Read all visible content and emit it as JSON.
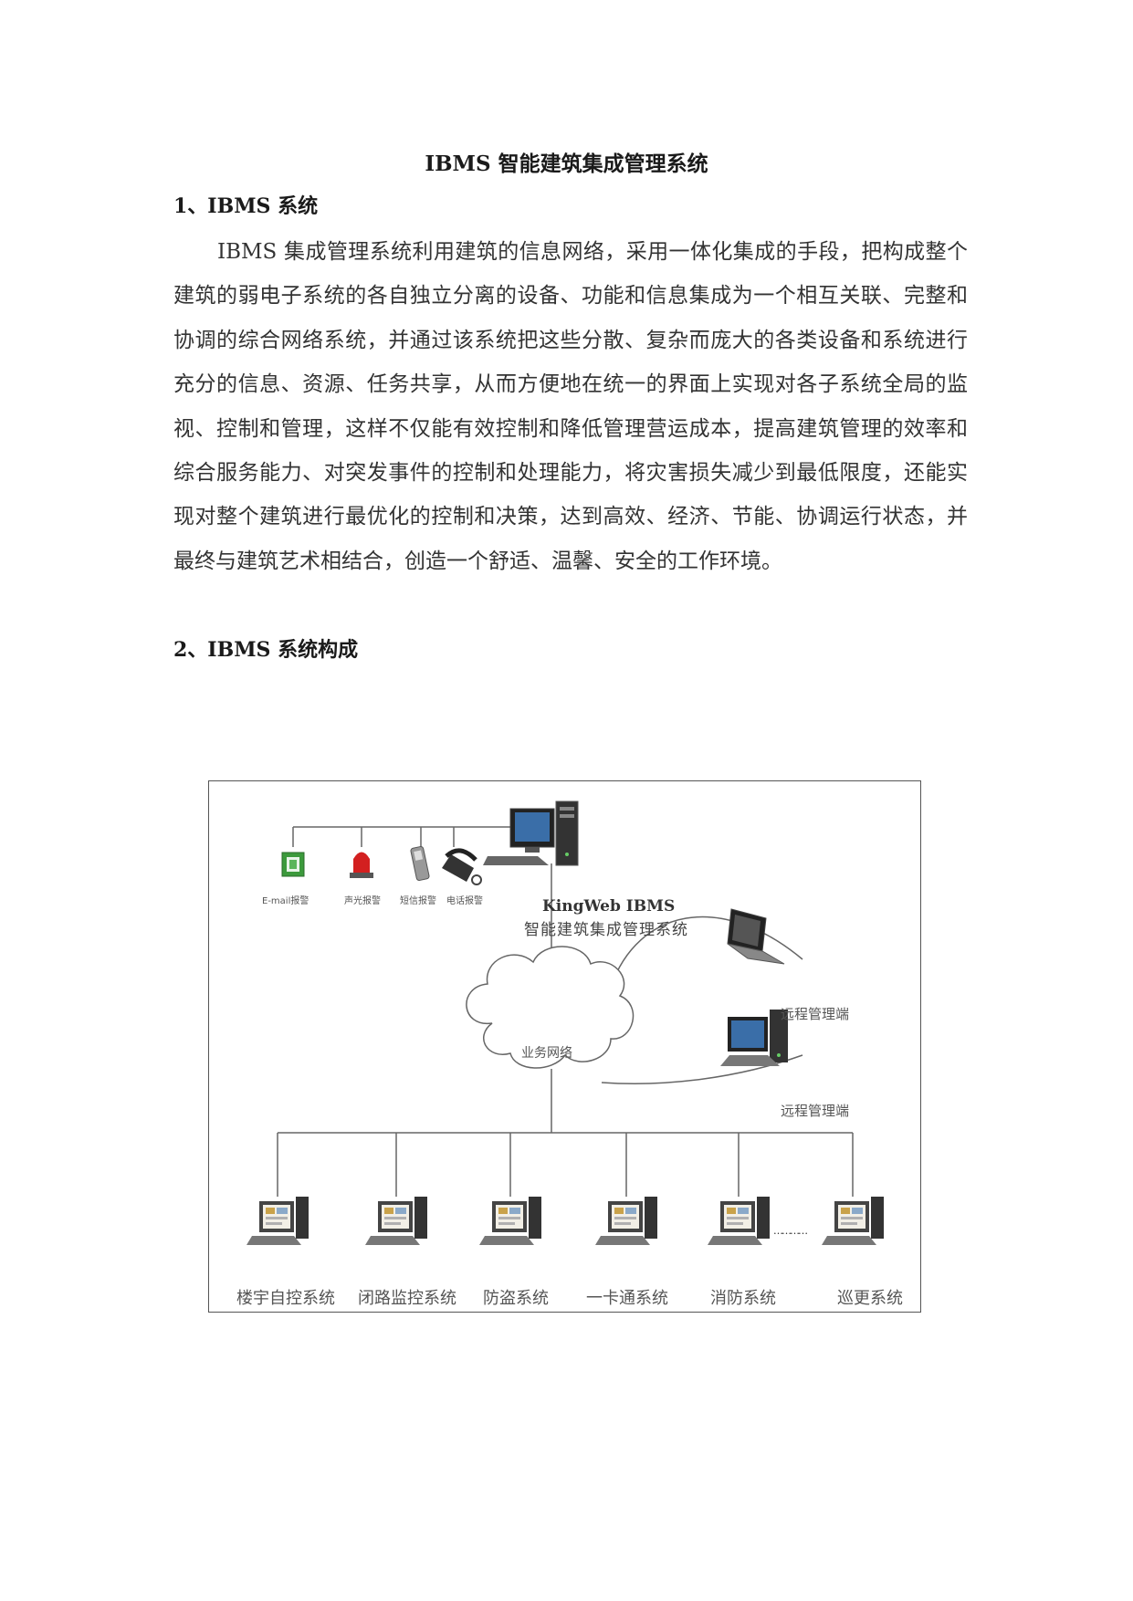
{
  "doc": {
    "title": "IBMS 智能建筑集成管理系统",
    "section1": "1、IBMS 系统",
    "paragraph": "IBMS 集成管理系统利用建筑的信息网络，采用一体化集成的手段，把构成整个建筑的弱电子系统的各自独立分离的设备、功能和信息集成为一个相互关联、完整和协调的综合网络系统，并通过该系统把这些分散、复杂而庞大的各类设备和系统进行充分的信息、资源、任务共享，从而方便地在统一的界面上实现对各子系统全局的监视、控制和管理，这样不仅能有效控制和降低管理营运成本，提高建筑管理的效率和综合服务能力、对突发事件的控制和处理能力，将灾害损失减少到最低限度，还能实现对整个建筑进行最优化的控制和决策，达到高效、经济、节能、协调运行状态，并最终与建筑艺术相结合，创造一个舒适、温馨、安全的工作环境。",
    "section2": "2、IBMS 系统构成"
  },
  "diagram": {
    "brand": "KingWeb IBMS",
    "brand_sub": "智能建筑集成管理系统",
    "alarms": [
      "E-mail报警",
      "声光报警",
      "短信报警",
      "电话报警"
    ],
    "network": "业务网络",
    "remote1": "远程管理端",
    "remote2": "远程管理端",
    "ellipsis": "…………",
    "subsystems": [
      "楼宇自控系统",
      "闭路监控系统",
      "防盗系统",
      "一卡通系统",
      "消防系统",
      "巡更系统"
    ]
  }
}
